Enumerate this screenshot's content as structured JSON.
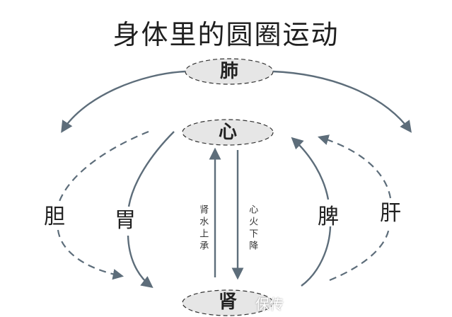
{
  "title": "身体里的圆圈运动",
  "nodes": {
    "lung": "肺",
    "heart": "心",
    "kidney": "肾"
  },
  "sides": {
    "gallbladder": "胆",
    "stomach": "胃",
    "spleen": "脾",
    "liver": "肝"
  },
  "flows": {
    "kidney_water_up": "肾水上承",
    "heart_fire_down": "心火下降"
  },
  "watermark": "保传"
}
